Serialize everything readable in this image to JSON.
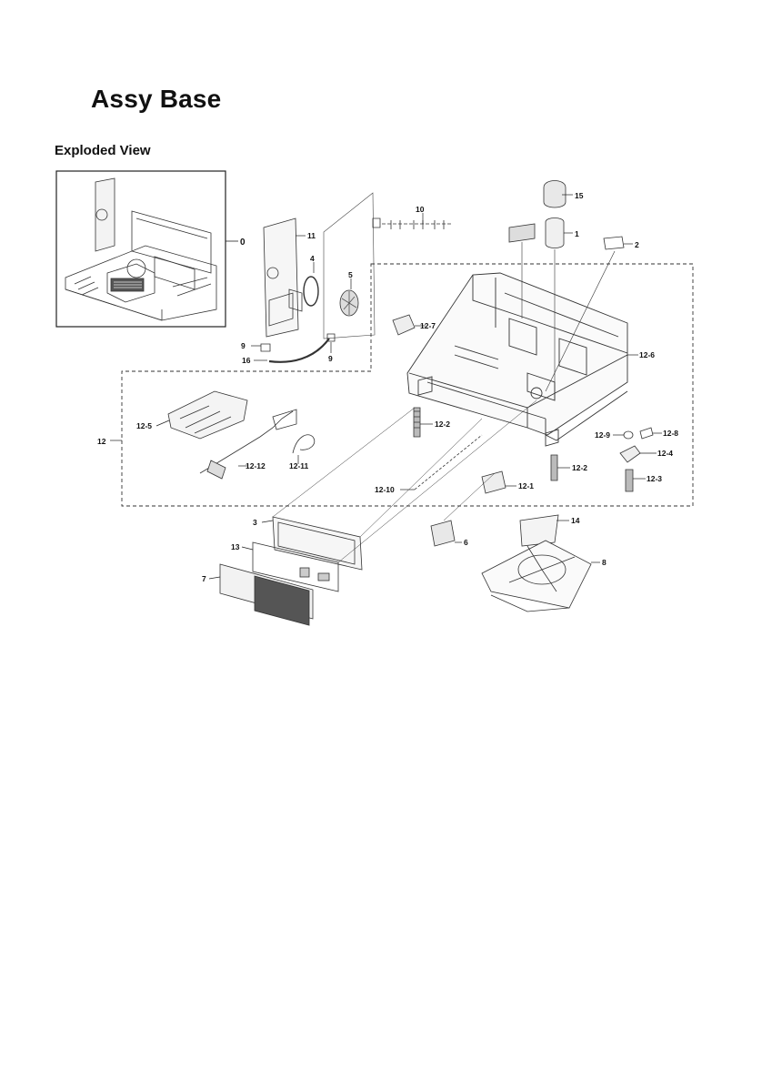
{
  "header": {
    "title": "Assy Base",
    "subtitle": "Exploded View"
  },
  "callouts": {
    "c0": "0",
    "c1": "1",
    "c2": "2",
    "c3": "3",
    "c4": "4",
    "c5": "5",
    "c6": "6",
    "c7": "7",
    "c8": "8",
    "c9a": "9",
    "c9b": "9",
    "c10": "10",
    "c11": "11",
    "c12": "12",
    "c13": "13",
    "c14": "14",
    "c15": "15",
    "c16": "16",
    "c12_1": "12-1",
    "c12_2a": "12-2",
    "c12_2b": "12-2",
    "c12_3": "12-3",
    "c12_4": "12-4",
    "c12_5": "12-5",
    "c12_6": "12-6",
    "c12_7": "12-7",
    "c12_8": "12-8",
    "c12_9": "12-9",
    "c12_10": "12-10",
    "c12_11": "12-11",
    "c12_12": "12-12"
  }
}
